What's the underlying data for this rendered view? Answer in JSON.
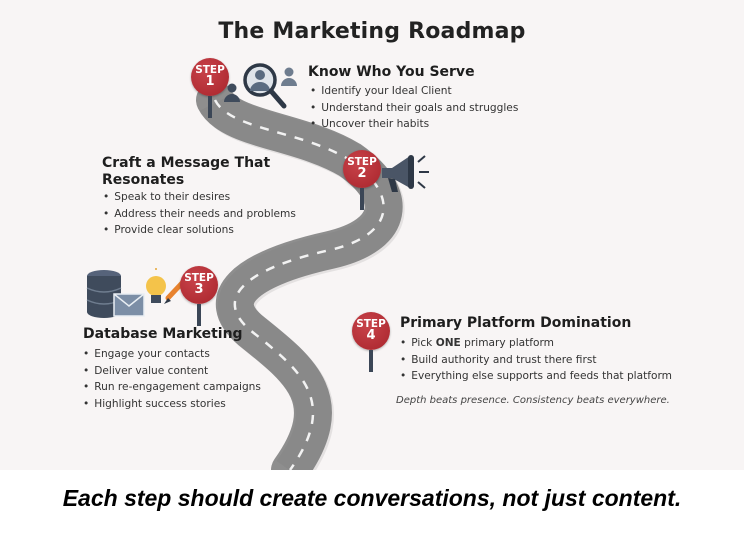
{
  "title": "The Marketing Roadmap",
  "colors": {
    "sign_red": "#b12d34",
    "pole": "#3b4656",
    "road": "#8e8e8e",
    "background": "#f8f5f5",
    "icon_dark": "#3f4b5c"
  },
  "steps": [
    {
      "sign_label": "STEP",
      "number": "1",
      "heading": "Know Who You Serve",
      "icon": "magnifier-people-icon",
      "bullets": [
        "Identify your Ideal Client",
        "Understand their goals and struggles",
        "Uncover their habits"
      ]
    },
    {
      "sign_label": "STEP",
      "number": "2",
      "heading_line1": "Craft a Message That",
      "heading_line2": "Resonates",
      "icon": "megaphone-icon",
      "bullets": [
        "Speak to their desires",
        "Address their needs and problems",
        "Provide clear solutions"
      ]
    },
    {
      "sign_label": "STEP",
      "number": "3",
      "heading": "Database Marketing",
      "icon": "database-email-lightbulb-pencil-icon",
      "bullets": [
        "Engage your contacts",
        "Deliver value content",
        "Run re-engagement campaigns",
        "Highlight success stories"
      ]
    },
    {
      "sign_label": "STEP",
      "number": "4",
      "heading": "Primary Platform Domination",
      "bullets_rich": [
        {
          "pre": "Pick ",
          "bold": "ONE",
          "post": " primary platform"
        },
        {
          "pre": "Build authority and trust there first",
          "bold": "",
          "post": ""
        },
        {
          "pre": "Everything else supports and feeds that platform",
          "bold": "",
          "post": ""
        }
      ],
      "tagline": "Depth beats presence. Consistency beats everywhere."
    }
  ],
  "caption": "Each step should create conversations, not just content."
}
